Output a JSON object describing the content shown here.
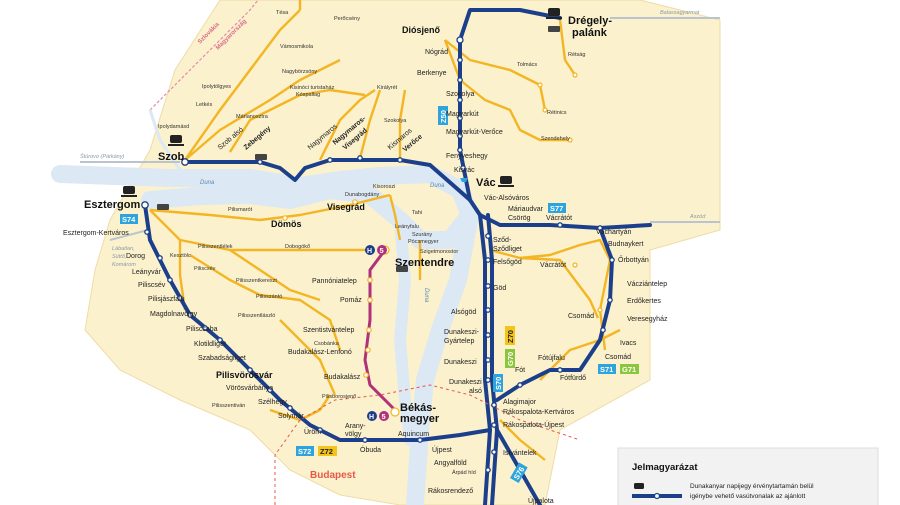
{
  "colors": {
    "zone": "#fbf1cc",
    "river": "#dce8f3",
    "main_line": "#1b3f8b",
    "secondary_line": "#f3b523",
    "hev": "#b0307a",
    "gray_line": "#b9c4cf",
    "badge_blue": "#2ea3dc",
    "badge_yellow": "#f3c41a",
    "badge_green": "#8cc63e",
    "budapest": "#e8584a",
    "border": "#e58aa8"
  },
  "icons": [
    "train-icon",
    "bus-icon",
    "hev-icon",
    "ferry-icon"
  ],
  "labels": {
    "drégely": "Drégely-",
    "palank": "palánk",
    "diosjeno": "Diósjenő",
    "szob": "Szob",
    "vac": "Vác",
    "esztergom": "Esztergom",
    "szentendre": "Szentendre",
    "bekas1": "Békás-",
    "bekas2": "megyer",
    "budapest": "Budapest",
    "visegrad": "Visegrád",
    "domos": "Dömös",
    "nogradveroce": "Nagymaros-",
    "visegrad2": "Visegrád",
    "zebegeny": "Zebegény",
    "veroce": "Verőce",
    "pilisvorosvar": "Pilisvörösvár",
    "duna1": "Duna",
    "duna2": "Duna",
    "duna3": "Duna",
    "slovakia": "Szlovákia",
    "hungary": "Magyarország",
    "sturovo": "Štúrovo (Párkány)",
    "balassagyarmat": "Balassagyarmat",
    "aszod": "Aszód",
    "lábatlan": "Lábatlan,",
    "sutto": "Süttő,",
    "komarom": "Komárom"
  },
  "stations_main": [
    {
      "id": "nograd",
      "label": "Nógrád"
    },
    {
      "id": "berkenye",
      "label": "Berkenye"
    },
    {
      "id": "szokolya",
      "label": "Szokolya"
    },
    {
      "id": "magyarkut",
      "label": "Magyarkút"
    },
    {
      "id": "magyarkut-veroce",
      "label": "Magyarkút-Verőce"
    },
    {
      "id": "fenyveshegy",
      "label": "Fenyveshegy"
    },
    {
      "id": "kisvac",
      "label": "Kisvác"
    },
    {
      "id": "vac-alsovaros",
      "label": "Vác-Alsóváros"
    },
    {
      "id": "mariaudvar",
      "label": "Máriaudvar"
    },
    {
      "id": "csorog",
      "label": "Csörög"
    },
    {
      "id": "vacratot1",
      "label": "Vácrátót"
    },
    {
      "id": "sod",
      "label": "Sződ-"
    },
    {
      "id": "sodliget",
      "label": "Sződliget"
    },
    {
      "id": "felsogod",
      "label": "Felsőgöd"
    },
    {
      "id": "god",
      "label": "Göd"
    },
    {
      "id": "alsogod",
      "label": "Alsógöd"
    },
    {
      "id": "dunakeszi-gy1",
      "label": "Dunakeszi-"
    },
    {
      "id": "dunakeszi-gy2",
      "label": "Gyártelep"
    },
    {
      "id": "dunakeszi",
      "label": "Dunakeszi"
    },
    {
      "id": "dunakeszi-also1",
      "label": "Dunakeszi"
    },
    {
      "id": "dunakeszi-also2",
      "label": "alsó"
    },
    {
      "id": "alagimajor",
      "label": "Alagimajor"
    },
    {
      "id": "rakospalota-k",
      "label": "Rákospalota-Kertváros"
    },
    {
      "id": "rakospalota-u",
      "label": "Rákospalota-Újpest"
    },
    {
      "id": "istvantelek",
      "label": "Istvántelek"
    },
    {
      "id": "ujpest",
      "label": "Újpest"
    },
    {
      "id": "angyalfold",
      "label": "Angyalföld"
    },
    {
      "id": "rakosrendezo",
      "label": "Rákosrendező"
    },
    {
      "id": "ujpalota",
      "label": "Újpalota"
    },
    {
      "id": "vachartyan",
      "label": "Váchartyán"
    },
    {
      "id": "budnaykert",
      "label": "Budnaykert"
    },
    {
      "id": "orbottyan",
      "label": "Őrbottyán"
    },
    {
      "id": "vacratot2",
      "label": "Vácrátót"
    },
    {
      "id": "vizcetelep",
      "label": "Vácziántelep"
    },
    {
      "id": "erdokertes",
      "label": "Erdőkertes"
    },
    {
      "id": "veresegyhaz",
      "label": "Veresegyház"
    },
    {
      "id": "csomad1",
      "label": "Csomád"
    },
    {
      "id": "ivacs",
      "label": "Ivacs"
    },
    {
      "id": "csomad2",
      "label": "Csomád"
    },
    {
      "id": "fotujfalu",
      "label": "Fótújfalu"
    },
    {
      "id": "fot",
      "label": "Fót"
    },
    {
      "id": "fotfurdo",
      "label": "Fótfürdő"
    },
    {
      "id": "dorog",
      "label": "Dorog"
    },
    {
      "id": "leanyvar",
      "label": "Leányvár"
    },
    {
      "id": "piliscsev",
      "label": "Piliscsév"
    },
    {
      "id": "pilisjaszfalu",
      "label": "Pilisjászfalu"
    },
    {
      "id": "magdolnavolgy",
      "label": "Magdolnavölgy"
    },
    {
      "id": "piliscsaba",
      "label": "Piliscsaba"
    },
    {
      "id": "klotildliget",
      "label": "Klotildliget"
    },
    {
      "id": "szabadsagliget",
      "label": "Szabadságliget"
    },
    {
      "id": "vorosvarbanya",
      "label": "Vörösvárbánya"
    },
    {
      "id": "szelhegy",
      "label": "Szélhegy"
    },
    {
      "id": "solymar",
      "label": "Solymár"
    },
    {
      "id": "urom",
      "label": "Üröm"
    },
    {
      "id": "aranyvolgy1",
      "label": "Arany-"
    },
    {
      "id": "aranyvolgy2",
      "label": "völgy"
    },
    {
      "id": "obuda",
      "label": "Óbuda"
    },
    {
      "id": "aquincum",
      "label": "Aquincum"
    },
    {
      "id": "esztergom-kertvaros",
      "label": "Esztergom-Kertváros"
    },
    {
      "id": "pannoniatelep",
      "label": "Pannóniatelep"
    },
    {
      "id": "pomaz",
      "label": "Pomáz"
    },
    {
      "id": "szentistvantelep",
      "label": "Szentistvántelep"
    },
    {
      "id": "budakalasz-lenfono",
      "label": "Budakalász-Lenfonó"
    },
    {
      "id": "budakalasz",
      "label": "Budakalász"
    },
    {
      "id": "nagymaros",
      "label": "Nagymaros"
    },
    {
      "id": "kismaros",
      "label": "Kismaros"
    },
    {
      "id": "szob-also",
      "label": "Szob alsó"
    }
  ],
  "stations_small": [
    {
      "id": "tesa",
      "label": "Tésa"
    },
    {
      "id": "perocseny",
      "label": "Perőcsény"
    },
    {
      "id": "vamosmikola",
      "label": "Vámosmikola"
    },
    {
      "id": "nagyborzsony",
      "label": "Nagybörzsöny"
    },
    {
      "id": "ipolytolgyes",
      "label": "Ipolytölgyes"
    },
    {
      "id": "letkes",
      "label": "Letkés"
    },
    {
      "id": "marianosztra",
      "label": "Márianosztra"
    },
    {
      "id": "ipolydamasd",
      "label": "Ipolydamásd"
    },
    {
      "id": "kisinoci1",
      "label": "Kisinóci turistaház"
    },
    {
      "id": "kospallag",
      "label": "Kóspallag"
    },
    {
      "id": "kiralyret",
      "label": "Királyrét"
    },
    {
      "id": "szokolya2",
      "label": "Szokolya"
    },
    {
      "id": "tolmacs",
      "label": "Tolmács"
    },
    {
      "id": "retsag",
      "label": "Rétság"
    },
    {
      "id": "rotinics",
      "label": "Rétinics"
    },
    {
      "id": "szendehely",
      "label": "Szendehely"
    },
    {
      "id": "pilismarot",
      "label": "Pilismarót"
    },
    {
      "id": "kisoroszi",
      "label": "Kisoroszi"
    },
    {
      "id": "dunabogdany",
      "label": "Dunabogdány"
    },
    {
      "id": "tahi",
      "label": "Tahi"
    },
    {
      "id": "szurany",
      "label": "Szurány"
    },
    {
      "id": "pocsmegyer",
      "label": "Pócsmegyer"
    },
    {
      "id": "leanyfalu",
      "label": "Leányfalu"
    },
    {
      "id": "szigetmonostor",
      "label": "Szigetmonostor"
    },
    {
      "id": "pilisszentlelek",
      "label": "Pilisszentlélek"
    },
    {
      "id": "dobogoko",
      "label": "Dobogókő"
    },
    {
      "id": "kesztolc",
      "label": "Kesztölc"
    },
    {
      "id": "piliscsev2",
      "label": "Piliscsév"
    },
    {
      "id": "pilisszentkereszt",
      "label": "Pilisszentkereszt"
    },
    {
      "id": "pilisszanto",
      "label": "Pilisszántó"
    },
    {
      "id": "pilisszentlaszlo",
      "label": "Pilisszentlászló"
    },
    {
      "id": "csobanka",
      "label": "Csobánka"
    },
    {
      "id": "pilisszentivan",
      "label": "Pilisszentiván"
    },
    {
      "id": "pilisborosjeno",
      "label": "Pilisborosjenő"
    },
    {
      "id": "arpad-hid",
      "label": "Árpád híd"
    }
  ],
  "badges": [
    {
      "id": "s74",
      "text": "S74"
    },
    {
      "id": "s77",
      "text": "S77"
    },
    {
      "id": "s71",
      "text": "S71"
    },
    {
      "id": "g71",
      "text": "G71"
    },
    {
      "id": "s72",
      "text": "S72"
    },
    {
      "id": "z72",
      "text": "Z72"
    },
    {
      "id": "s70",
      "text": "S70"
    },
    {
      "id": "g70",
      "text": "G70"
    },
    {
      "id": "z70",
      "text": "Z70"
    },
    {
      "id": "s76",
      "text": "S76"
    },
    {
      "id": "z50",
      "text": "Z50"
    },
    {
      "id": "h5a",
      "text": "5"
    },
    {
      "id": "h5b",
      "text": "5"
    }
  ],
  "legend": {
    "title": "Jelmagyarázat",
    "line1": "Dunakanyar napijegy érvénytartamán belül",
    "line2": "igénybe vehető vasútvonalak az ajánlott"
  }
}
